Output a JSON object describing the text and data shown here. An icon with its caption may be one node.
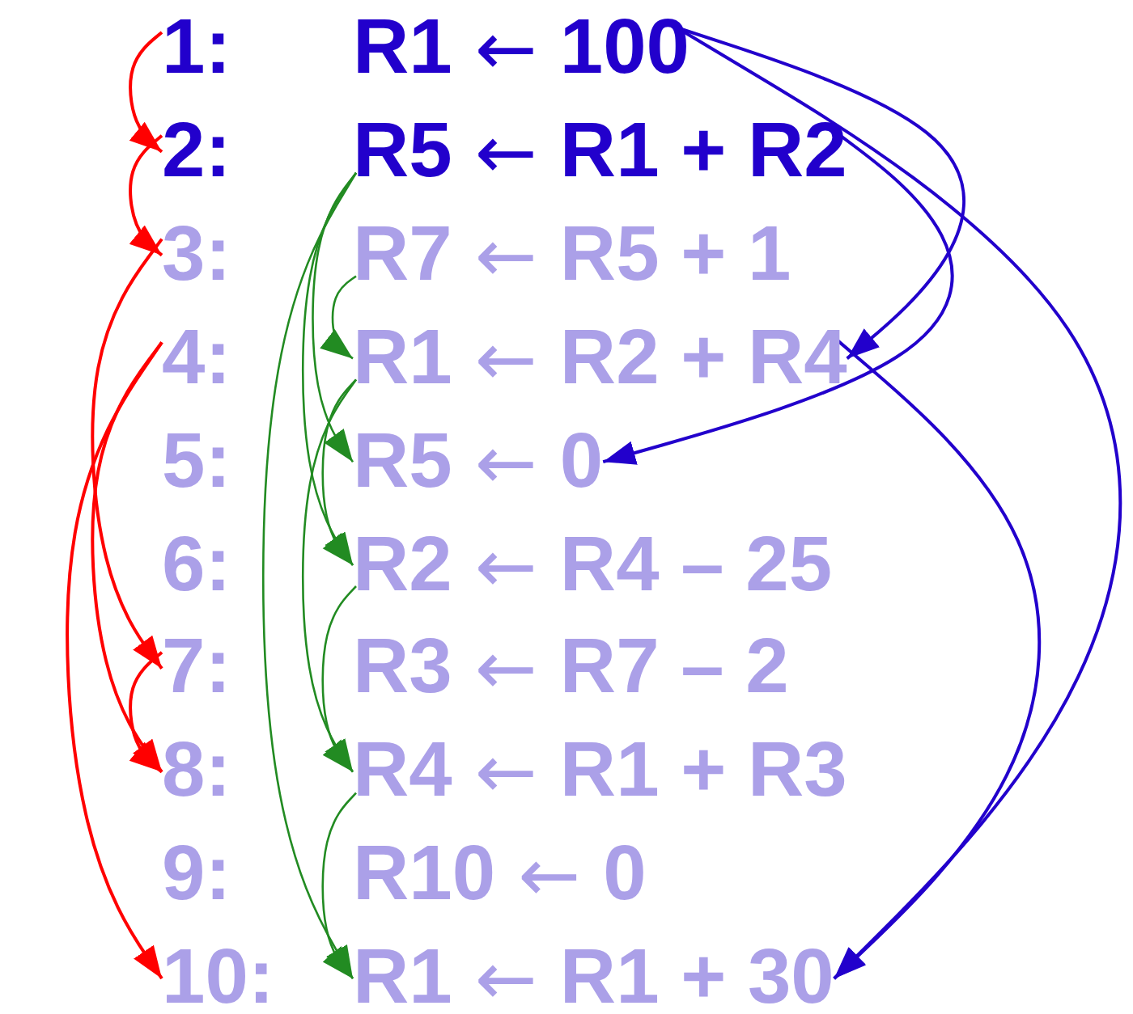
{
  "diagram": {
    "nodes": [
      {
        "text": [
          "1:"
        ]
      },
      {
        "text": [
          "R1"
        ]
      },
      {
        "text": [
          "100"
        ]
      },
      {
        "text": [
          "2:"
        ]
      },
      {
        "text": [
          "R5"
        ]
      },
      {
        "text": [
          "R1 + R2"
        ]
      },
      {
        "text": [
          "3:"
        ]
      },
      {
        "text": [
          "R7"
        ]
      },
      {
        "text": [
          "R5 + 1"
        ]
      },
      {
        "text": [
          "4:"
        ]
      },
      {
        "text": [
          "R1"
        ]
      },
      {
        "text": [
          "R2 + R4"
        ]
      },
      {
        "text": [
          "5:"
        ]
      },
      {
        "text": [
          "R5"
        ]
      },
      {
        "text": [
          "0"
        ]
      },
      {
        "text": [
          "6:"
        ]
      },
      {
        "text": [
          "R2"
        ]
      },
      {
        "text": [
          "R4 – 25"
        ]
      },
      {
        "text": [
          "7:"
        ]
      },
      {
        "text": [
          "R3"
        ]
      },
      {
        "text": [
          "R7 – 2"
        ]
      },
      {
        "text": [
          "8:"
        ]
      },
      {
        "text": [
          "R4"
        ]
      },
      {
        "text": [
          "R1 + R3"
        ]
      },
      {
        "text": [
          "9:"
        ]
      },
      {
        "text": [
          "R10"
        ]
      },
      {
        "text": [
          "0"
        ]
      },
      {
        "text": [
          "10:"
        ]
      },
      {
        "text": [
          "R1"
        ]
      },
      {
        "text": [
          "R1 + 30"
        ]
      }
    ],
    "edges": [
      {
        "from": 0,
        "to": 3,
        "arrow": "to",
        "color": "#ff0000"
      },
      {
        "from": 3,
        "to": 6,
        "arrow": "to",
        "color": "#ff0000"
      },
      {
        "from": 6,
        "to": 18,
        "arrow": "to",
        "color": "#ff0000"
      },
      {
        "from": 9,
        "to": 27,
        "arrow": "to",
        "color": "#ff0000"
      },
      {
        "from": 9,
        "to": 21,
        "arrow": "to",
        "color": "#ff0000"
      },
      {
        "from": 18,
        "to": 21,
        "arrow": "to",
        "color": "#ff0000"
      },
      {
        "from": 4,
        "to": 13,
        "arrow": "to"
      },
      {
        "from": 4,
        "to": 16,
        "arrow": "to"
      },
      {
        "from": 4,
        "to": 28,
        "arrow": "to"
      },
      {
        "from": 7,
        "to": 10,
        "arrow": "to"
      },
      {
        "from": 10,
        "to": 16,
        "arrow": "to"
      },
      {
        "from": 10,
        "to": 22,
        "arrow": "to"
      },
      {
        "from": 16,
        "to": 22,
        "arrow": "to"
      },
      {
        "from": 22,
        "to": 28,
        "arrow": "to"
      },
      {
        "from": 2,
        "to": 11,
        "arrow": "to",
        "color": "#2200cc"
      },
      {
        "from": 2,
        "to": 29,
        "arrow": "to",
        "color": "#2200cc"
      },
      {
        "from": 5,
        "to": 14,
        "arrow": "to",
        "color": "#2200cc"
      },
      {
        "from": 11,
        "to": 29,
        "arrow": "to",
        "color": "#2200cc"
      }
    ],
    "labels": [
      "←",
      "←",
      "←",
      "←",
      "←",
      "←",
      "←",
      "←",
      "←",
      "←"
    ]
  }
}
